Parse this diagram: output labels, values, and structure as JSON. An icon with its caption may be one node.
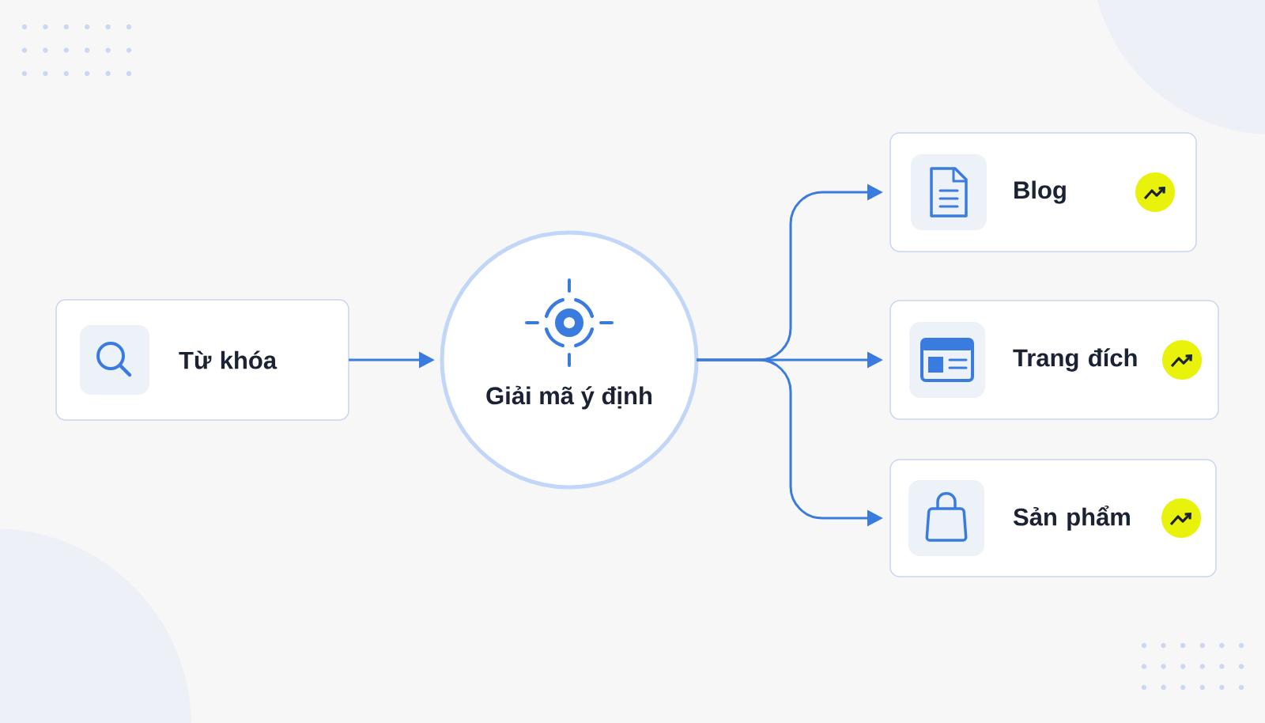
{
  "diagram": {
    "nodes": [
      {
        "text": [
          "Từ khóa"
        ]
      },
      {
        "text": [
          "Giải mã ý định"
        ]
      },
      {
        "text": [
          "Blog"
        ]
      },
      {
        "text": [
          "Trang đích"
        ]
      },
      {
        "text": [
          "Sản phẩm"
        ]
      }
    ],
    "edges": [
      {
        "from": 0,
        "to": 1,
        "arrow": "to"
      },
      {
        "from": 1,
        "to": 2,
        "arrow": "to"
      },
      {
        "from": 1,
        "to": 3,
        "arrow": "to"
      },
      {
        "from": 1,
        "to": 4,
        "arrow": "to"
      }
    ]
  }
}
